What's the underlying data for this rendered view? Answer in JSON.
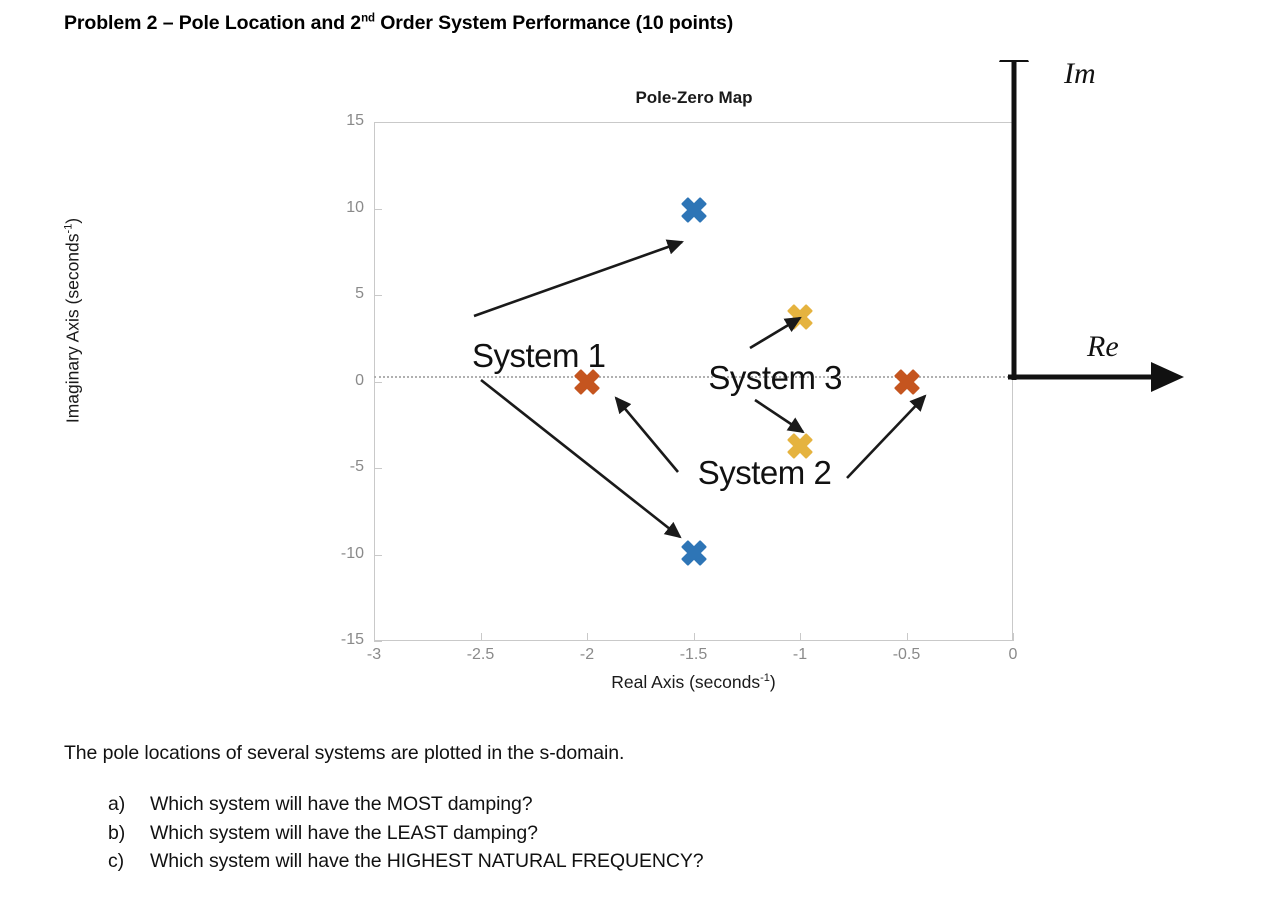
{
  "problem": {
    "title_part1": "Problem 2 – Pole Location and 2",
    "title_sup": "nd",
    "title_part2": " Order System Performance (10 points)",
    "lead_text": "The pole locations of several systems are plotted in the s-domain.",
    "questions": [
      {
        "marker": "a)",
        "text": "Which system will have the MOST damping?"
      },
      {
        "marker": "b)",
        "text": "Which system will have the LEAST damping?"
      },
      {
        "marker": "c)",
        "text": "Which system will have the HIGHEST NATURAL FREQUENCY?"
      }
    ]
  },
  "axes_overlay": {
    "im_label": "Im",
    "re_label": "Re"
  },
  "chart_data": {
    "type": "scatter",
    "title": "Pole-Zero Map",
    "xlabel_text": "Real Axis (seconds",
    "xlabel_sup": "-1",
    "xlabel_tail": ")",
    "ylabel_text": "Imaginary Axis (seconds",
    "ylabel_sup": "-1",
    "ylabel_tail": ")",
    "xlim": [
      -3,
      0
    ],
    "ylim": [
      -15,
      15
    ],
    "grid": false,
    "legend": "none",
    "xticks": [
      -3,
      -2.5,
      -2,
      -1.5,
      -1,
      -0.5,
      0
    ],
    "xtick_labels": [
      "-3",
      "-2.5",
      "-2",
      "-1.5",
      "-1",
      "-0.5",
      "0"
    ],
    "yticks": [
      15,
      10,
      5,
      0,
      -5,
      -10,
      -15
    ],
    "ytick_labels": [
      "15",
      "10",
      "5",
      "0",
      "-5",
      "-10",
      "-15"
    ],
    "marker_style": "x-thick",
    "series": [
      {
        "name": "System 1",
        "color": "#2E75B6",
        "points": [
          {
            "x": -1.5,
            "y": 9.9
          },
          {
            "x": -1.5,
            "y": -9.9
          }
        ]
      },
      {
        "name": "System 2",
        "color": "#C5551F",
        "points": [
          {
            "x": -2.0,
            "y": 0
          },
          {
            "x": -0.5,
            "y": 0
          }
        ]
      },
      {
        "name": "System 3",
        "color": "#E5B33F",
        "points": [
          {
            "x": -1.0,
            "y": 3.7
          },
          {
            "x": -1.0,
            "y": -3.7
          }
        ]
      }
    ],
    "annotations": [
      {
        "label": "System 1",
        "x": -2.54,
        "y": 1.2
      },
      {
        "label": "System 2",
        "x": -1.48,
        "y": -5.6
      },
      {
        "label": "System 3",
        "x": -1.43,
        "y": -0.1
      }
    ]
  }
}
